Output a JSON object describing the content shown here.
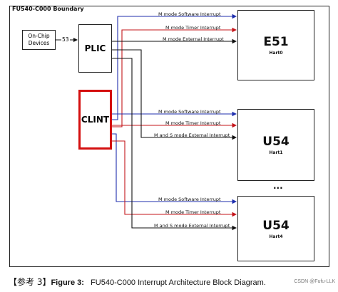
{
  "diagram": {
    "boundary_label": "FU540-C000 Boundary",
    "onchip": [
      "On-Chip",
      "Devices"
    ],
    "bus_width": "53",
    "plic": "PLIC",
    "clint": "CLINT",
    "ellipsis": "...",
    "harts": [
      {
        "name": "E51",
        "id": "Hart0"
      },
      {
        "name": "U54",
        "id": "Hart1"
      },
      {
        "name": "U54",
        "id": "Hart4"
      }
    ],
    "signals": {
      "msi": "M mode Software Interrupt",
      "mti": "M mode Timer Interrupt",
      "mei": "M mode External Interrupt",
      "msei": "M and S mode External Interrupt"
    },
    "colors": {
      "software": "#1f2fae",
      "timer": "#c4141a",
      "external": "#111111",
      "clint_border": "#d40f0f"
    }
  },
  "caption": {
    "ref": "【参考 3】",
    "figure": "Figure 3:",
    "text": "FU540-C000 Interrupt Architecture Block Diagram.",
    "watermark": "CSDN @Fufu-LLK"
  }
}
